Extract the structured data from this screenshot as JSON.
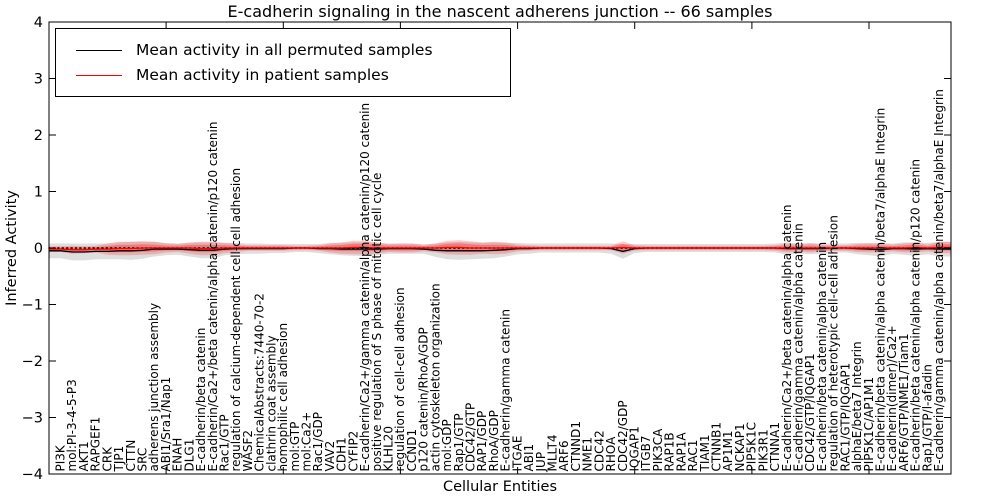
{
  "chart_data": {
    "type": "line",
    "title": "E-cadherin signaling in the nascent adherens junction -- 66 samples",
    "xlabel": "Cellular Entities",
    "ylabel": "Inferred Activity",
    "ylim": [
      -4,
      4
    ],
    "yticks": [
      -4,
      -3,
      -2,
      -1,
      0,
      1,
      2,
      3,
      4
    ],
    "xtick_major_every": 10,
    "grid": false,
    "legend_position": "upper left",
    "baseline": 0,
    "baseline_style": "dotted-black",
    "colors": {
      "permuted_line": "#000000",
      "patient_line": "#ff0000",
      "permuted_band": "rgba(0,0,0,0.13)",
      "patient_band_outer": "rgba(255,0,0,0.20)",
      "patient_band_inner": "rgba(255,0,0,0.30)"
    },
    "categories": [
      "PI3K",
      "mol:PI-3-4-5-P3",
      "AKT1",
      "RAPGEF1",
      "CRK",
      "TJP1",
      "CTTN",
      "SRC",
      "adherens junction assembly",
      "ABI1/Sra1/Nap1",
      "ENAH",
      "DLG1",
      "E-cadherin/beta catenin",
      "E-cadherin/Ca2+/beta catenin/alpha catenin/p120 catenin",
      "Rac1/GTP",
      "regulation of calcium-dependent cell-cell adhesion",
      "WASF2",
      "ChemicalAbstracts:7440-70-2",
      "clathrin coat assembly",
      "homophilic cell adhesion",
      "mol:GTP",
      "mol:Ca2+",
      "Rac1/GDP",
      "VAV2",
      "CDH1",
      "CYFIP2",
      "E-cadherin/Ca2+/gamma catenin/alpha catenin/p120 catenin",
      "positive regulation of S phase of mitotic cell cycle",
      "KLHL20",
      "regulation of cell-cell adhesion",
      "CCND1",
      "p120 catenin/RhoA/GDP",
      "actin cytoskeleton organization",
      "mol:GDP",
      "Rap1/GTP",
      "CDC42/GTP",
      "RAP1/GDP",
      "RhoA/GDP",
      "E-cadherin/gamma catenin",
      "ITGAE",
      "ABI1",
      "JUP",
      "MLLT4",
      "ARF6",
      "CTNND1",
      "NME1",
      "CDC42",
      "RHOA",
      "CDC42/GDP",
      "IQGAP1",
      "ITGB7",
      "PIK3CA",
      "RAP1B",
      "RAP1A",
      "RAC1",
      "TIAM1",
      "CTNNB1",
      "AP1M1",
      "NCKAP1",
      "PIP5K1C",
      "PIK3R1",
      "CTNNA1",
      "E-cadherin/Ca2+/beta catenin/alpha catenin",
      "E-cadherin/gamma catenin/alpha catenin",
      "CDC42/GTP/IQGAP1",
      "E-cadherin/beta catenin/alpha catenin",
      "regulation of heterotypic cell-cell adhesion",
      "RAC1/GTP/IQGAP1",
      "alphaE/beta7 Integrin",
      "PIP5K1C/AP1M1",
      "E-cadherin/beta catenin/alpha catenin/beta7/alphaE Integrin",
      "E-cadherin(dimer)/Ca2+",
      "ARF6/GTP/NME1/Tiam1",
      "E-cadherin/beta catenin/alpha catenin/p120 catenin",
      "Rap1/GTP/l-afadin",
      "E-cadherin/gamma catenin/alpha catenin/beta7/alphaE Integrin"
    ],
    "series": [
      {
        "name": "Mean activity in all permuted samples",
        "color": "#000000",
        "values": [
          -0.05,
          -0.07,
          -0.07,
          -0.06,
          -0.06,
          -0.05,
          -0.05,
          -0.04,
          -0.02,
          -0.02,
          -0.02,
          -0.03,
          -0.04,
          -0.04,
          -0.02,
          -0.01,
          -0.01,
          -0.01,
          -0.01,
          -0.01,
          0,
          0,
          -0.01,
          -0.01,
          -0.02,
          -0.02,
          -0.02,
          -0.02,
          -0.01,
          -0.01,
          -0.01,
          -0.02,
          -0.04,
          -0.05,
          -0.05,
          -0.05,
          -0.05,
          -0.04,
          -0.03,
          -0.01,
          -0.01,
          0,
          0,
          0,
          0,
          0,
          0,
          -0.01,
          -0.06,
          -0.01,
          0,
          0,
          0,
          0,
          0,
          0,
          0,
          0,
          0,
          0,
          0,
          0,
          -0.01,
          -0.01,
          -0.01,
          -0.01,
          0,
          0,
          -0.01,
          -0.02,
          -0.03,
          -0.01,
          -0.01,
          -0.02,
          -0.01,
          -0.02
        ],
        "std": [
          0.13,
          0.15,
          0.15,
          0.14,
          0.14,
          0.15,
          0.16,
          0.15,
          0.13,
          0.11,
          0.1,
          0.12,
          0.14,
          0.14,
          0.11,
          0.1,
          0.09,
          0.09,
          0.08,
          0.08,
          0.07,
          0.07,
          0.08,
          0.1,
          0.11,
          0.12,
          0.12,
          0.11,
          0.09,
          0.09,
          0.09,
          0.08,
          0.12,
          0.15,
          0.16,
          0.15,
          0.14,
          0.14,
          0.12,
          0.1,
          0.09,
          0.08,
          0.08,
          0.08,
          0.08,
          0.08,
          0.08,
          0.09,
          0.13,
          0.08,
          0.07,
          0.07,
          0.07,
          0.07,
          0.07,
          0.07,
          0.07,
          0.07,
          0.07,
          0.07,
          0.07,
          0.08,
          0.11,
          0.09,
          0.1,
          0.09,
          0.08,
          0.08,
          0.1,
          0.11,
          0.12,
          0.09,
          0.11,
          0.12,
          0.1,
          0.13
        ]
      },
      {
        "name": "Mean activity in patient samples",
        "color": "#ff0000",
        "values": [
          -0.02,
          -0.03,
          -0.03,
          -0.02,
          -0.02,
          -0.01,
          -0.01,
          0,
          0,
          0,
          0,
          0,
          -0.01,
          -0.01,
          0,
          0,
          0,
          0,
          0,
          0,
          0,
          0,
          0,
          0,
          0,
          0.01,
          0.01,
          0,
          0,
          0,
          0,
          0,
          0,
          0.01,
          0.01,
          0,
          0,
          0,
          0,
          0,
          0,
          0,
          0,
          0,
          0,
          0,
          0,
          0,
          0.01,
          0,
          0,
          0,
          0,
          0,
          0,
          0,
          0,
          0,
          0,
          0,
          0,
          0,
          0,
          0,
          0,
          0,
          0,
          0,
          0,
          0,
          0,
          0,
          0,
          0.01,
          0,
          0.01
        ],
        "std": [
          0.05,
          0.07,
          0.06,
          0.06,
          0.1,
          0.12,
          0.12,
          0.12,
          0.11,
          0.08,
          0.07,
          0.1,
          0.12,
          0.12,
          0.09,
          0.07,
          0.05,
          0.05,
          0.05,
          0.05,
          0.04,
          0.04,
          0.05,
          0.08,
          0.1,
          0.12,
          0.12,
          0.1,
          0.07,
          0.08,
          0.08,
          0.06,
          0.08,
          0.12,
          0.13,
          0.12,
          0.1,
          0.11,
          0.1,
          0.06,
          0.05,
          0.04,
          0.04,
          0.04,
          0.04,
          0.04,
          0.04,
          0.04,
          0.11,
          0.05,
          0.04,
          0.04,
          0.04,
          0.04,
          0.04,
          0.04,
          0.04,
          0.04,
          0.04,
          0.04,
          0.04,
          0.05,
          0.08,
          0.06,
          0.08,
          0.06,
          0.05,
          0.05,
          0.07,
          0.08,
          0.08,
          0.06,
          0.08,
          0.09,
          0.06,
          0.1
        ]
      }
    ]
  }
}
